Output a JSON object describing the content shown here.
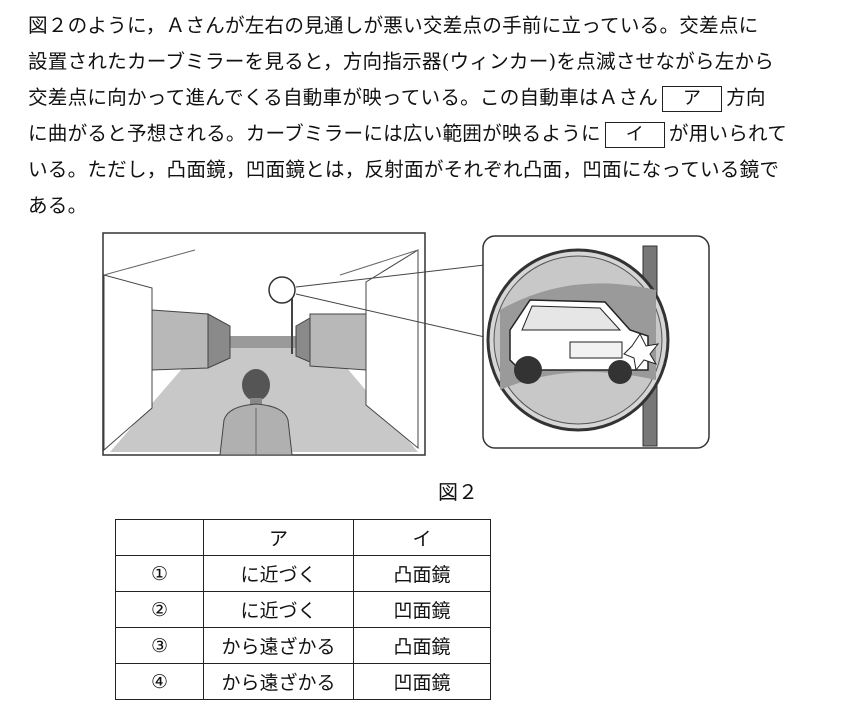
{
  "paragraph": {
    "line1": "図２のように，Ａさんが左右の見通しが悪い交差点の手前に立っている。交差点に",
    "line2": "設置されたカーブミラーを見ると，方向指示器(ウィンカー)を点滅させながら左から",
    "line3a": "交差点に向かって進んでくる自動車が映っている。この自動車はＡさん",
    "blank_a": "ア",
    "line3b": "方向",
    "line4a": "に曲がると予想される。カーブミラーには広い範囲が映るように",
    "blank_i": "イ",
    "line4b": "が用いられて",
    "line5": "いる。ただし，凸面鏡，凹面鏡とは，反射面がそれぞれ凸面，凹面になっている鏡で",
    "line6": "ある。"
  },
  "figure": {
    "caption": "図２"
  },
  "table": {
    "headers": [
      "",
      "ア",
      "イ"
    ],
    "rows": [
      [
        "①",
        "に近づく",
        "凸面鏡"
      ],
      [
        "②",
        "に近づく",
        "凹面鏡"
      ],
      [
        "③",
        "から遠ざかる",
        "凸面鏡"
      ],
      [
        "④",
        "から遠ざかる",
        "凹面鏡"
      ]
    ]
  }
}
